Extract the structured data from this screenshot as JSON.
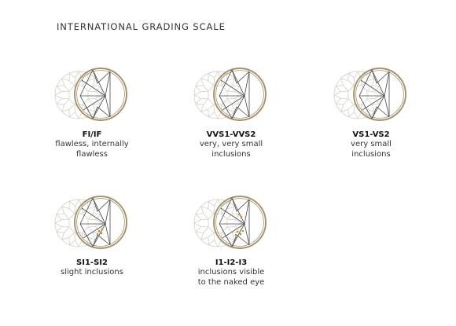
{
  "page": {
    "title": "INTERNATIONAL GRADING SCALE"
  },
  "colors": {
    "ring": "#a4916d",
    "facets_back": "#d8d4cc",
    "facets_front": "#4a4a4a",
    "inclusion": "#b39440"
  },
  "grades": [
    {
      "code": "FI/IF",
      "description": "flawless, internally\nflawless",
      "inclusion_level": 0
    },
    {
      "code": "VVS1-VVS2",
      "description": "very, very small\ninclusions",
      "inclusion_level": 0
    },
    {
      "code": "VS1-VS2",
      "description": "very small\ninclusions",
      "inclusion_level": 0
    },
    {
      "code": "SI1-SI2",
      "description": "slight inclusions",
      "inclusion_level": 1
    },
    {
      "code": "I1-I2-I3",
      "description": "inclusions visible\nto the naked eye",
      "inclusion_level": 2
    }
  ]
}
